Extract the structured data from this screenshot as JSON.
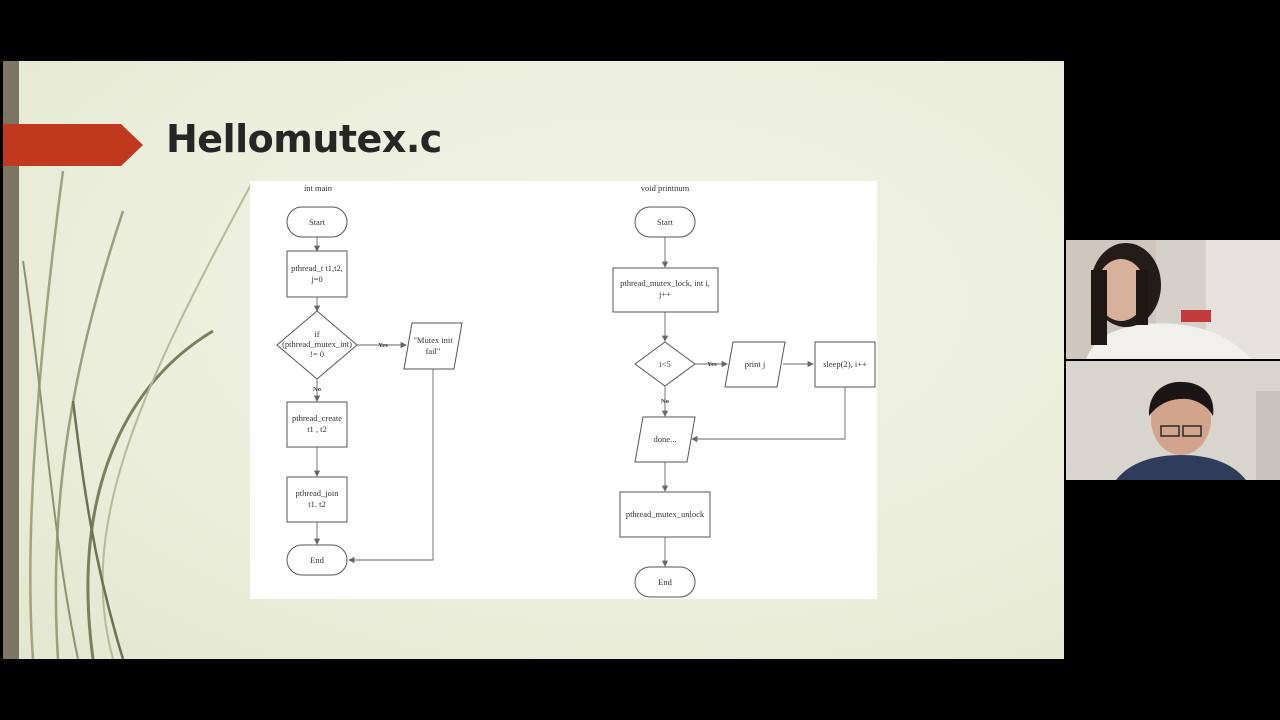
{
  "slide": {
    "title": "Hellomutex.c"
  },
  "diagram": {
    "left_heading": "int main",
    "right_heading": "void printnum",
    "left_nodes": {
      "start": "Start",
      "declare_line1": "pthread_t t1,t2,",
      "declare_line2": "j=0",
      "decision_line1": "if",
      "decision_line2": "(pthread_mutex_int)",
      "decision_line3": "!= 0",
      "error_line1": "\"Mutex init",
      "error_line2": "fail\"",
      "create_line1": "pthread_create",
      "create_line2": "t1 , t2",
      "join_line1": "pthread_join",
      "join_line2": "t1. t2",
      "end": "End",
      "yes_label": "Yes",
      "no_label": "No"
    },
    "right_nodes": {
      "start": "Start",
      "lock_line1": "pthread_mutex_lock, int i,",
      "lock_line2": "j++",
      "loop_cond": "i<5",
      "print": "print j",
      "sleep": "sleep(2), i++",
      "done": "done...",
      "unlock": "pthread_mutex_unlock",
      "end": "End",
      "yes_label": "Yes",
      "no_label": "No"
    }
  },
  "colors": {
    "title_arrow": "#c0391f",
    "slide_background": "#eef1e0",
    "accent_strip": "#7a7460"
  }
}
